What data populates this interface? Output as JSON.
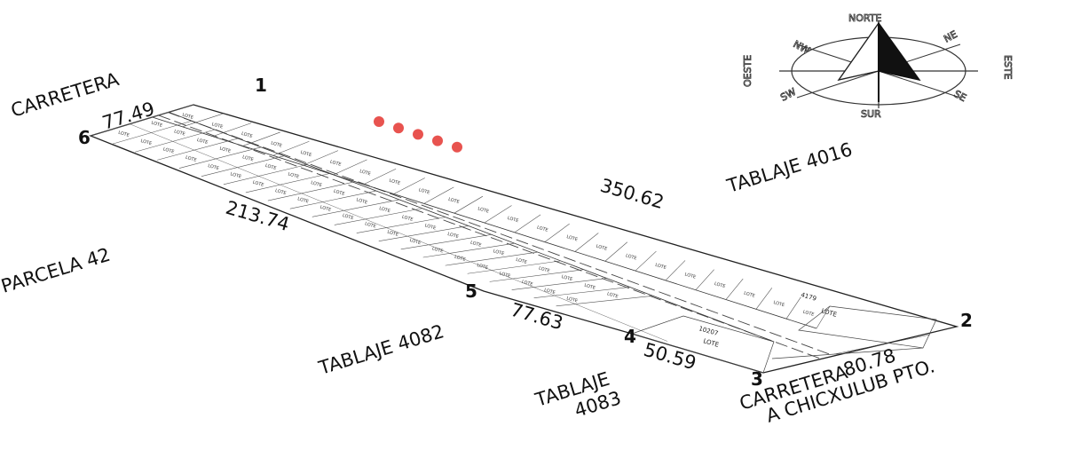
{
  "boundary_labels": {
    "carretera_top": "CARRETERA",
    "dim_6_1": "77.49",
    "tablaje_4016": "TABLAJE 4016",
    "dim_1_2": "350.62",
    "dim_6_5": "213.74",
    "parcela_42": "PARCELA 42",
    "dim_5_4": "77.63",
    "tablaje_4082": "TABLAJE 4082",
    "dim_4_3": "50.59",
    "tablaje_4083_line1": "TABLAJE",
    "tablaje_4083_line2": "4083",
    "dim_3_2": "80.78",
    "carretera_bottom_line1": "CARRETERA",
    "carretera_bottom_line2": "A CHICXULUB PTO."
  },
  "vertices": [
    "1",
    "2",
    "3",
    "4",
    "5",
    "6"
  ],
  "compass": {
    "north": "NORTE",
    "south": "SUR",
    "east": "ESTE",
    "west": "OESTE",
    "northwest": "NW",
    "northeast": "NE",
    "southwest": "SW",
    "southeast": "SE"
  },
  "lots": {
    "word": "LOTE",
    "big_lot_1_area": "4179",
    "big_lot_2_area": "10207",
    "upper_row_count": 22,
    "lower_row_count": 21
  },
  "marker_color": "#e8534f",
  "marker_count": 5
}
